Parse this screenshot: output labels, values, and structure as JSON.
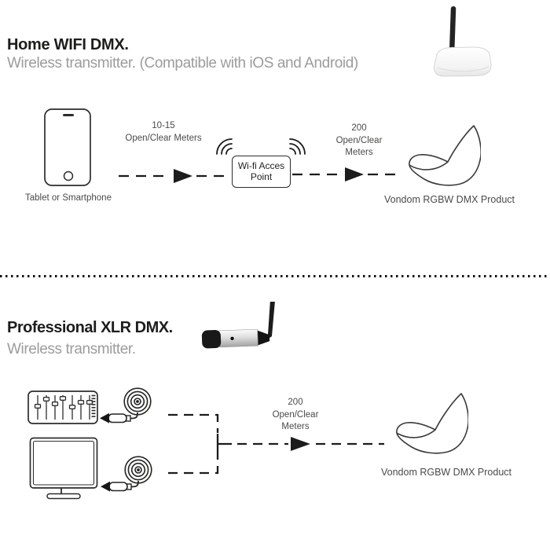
{
  "header1": {
    "title": "Home WIFI DMX.",
    "subtitle": "Wireless transmitter. (Compatible with iOS and Android)"
  },
  "diagram1": {
    "source_label": "Tablet or Smartphone",
    "distance1_line1": "10-15",
    "distance1_line2": "Open/Clear Meters",
    "access_point_line1": "Wi-fi Acces",
    "access_point_line2": "Point",
    "distance2_line1": "200",
    "distance2_line2": "Open/Clear",
    "distance2_line3": "Meters",
    "product_label": "Vondom RGBW DMX Product"
  },
  "header2": {
    "title": "Professional XLR DMX.",
    "subtitle": "Wireless transmitter."
  },
  "diagram2": {
    "distance_line1": "200",
    "distance_line2": "Open/Clear",
    "distance_line3": "Meters",
    "product_label": "Vondom RGBW DMX Product"
  },
  "icons": {
    "smartphone": "phone outline with speaker slit and home button",
    "wifi_waves": "three radiating signal arcs",
    "arrowhead_right": "▶",
    "arrowhead_left": "◀",
    "mixer": "fader console outline",
    "monitor": "display outline with stand",
    "coiled_cable": "concentric coil with XLR barrel plug",
    "chair": "lounge chair side outline",
    "wifi_transmitter": "white pod with black antenna",
    "xlr_transmitter": "metal barrel with black cap and antenna"
  },
  "colors": {
    "heading": "#1d1d1b",
    "subtitle": "#9c9c9b",
    "label": "#4a4a48",
    "line": "#1c1c1c",
    "divider": "#141414",
    "background": "#ffffff"
  }
}
